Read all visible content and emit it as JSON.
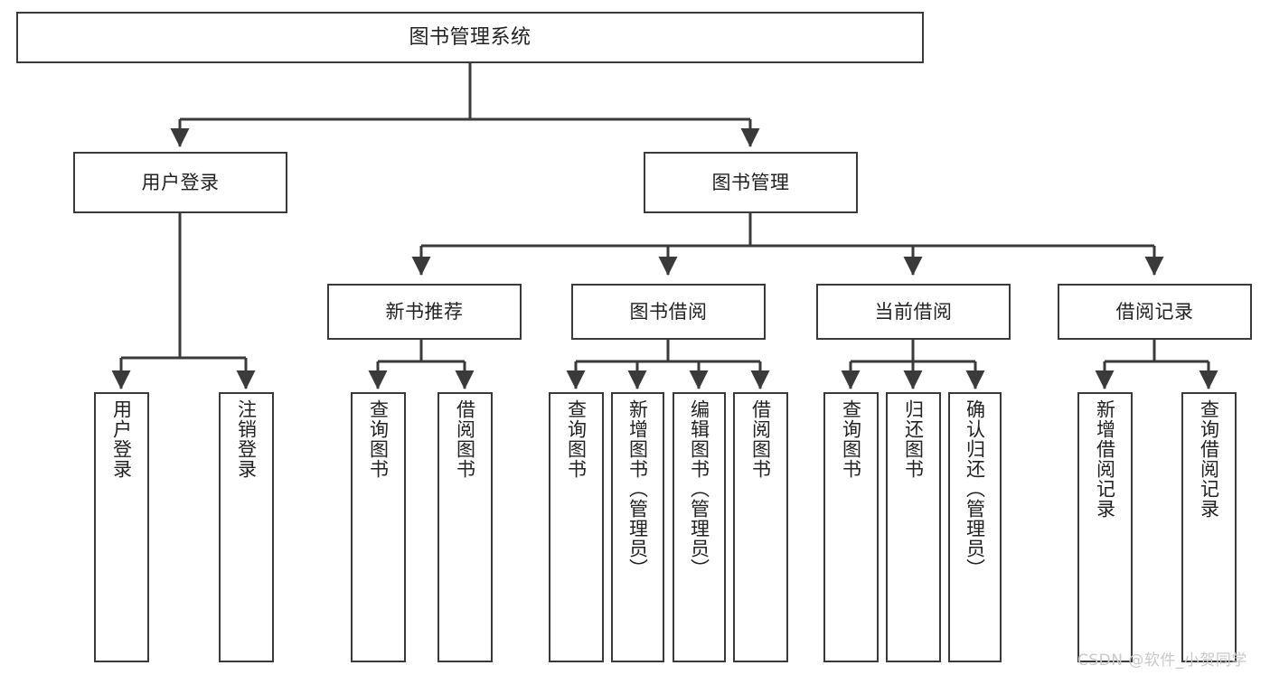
{
  "diagram": {
    "title": "图书管理系统",
    "type": "tree-hierarchy-chart",
    "watermark": "CSDN @软件_小贺同学",
    "colors": {
      "stroke": "#3a3a3a",
      "fill": "#ffffff",
      "text": "#222222",
      "watermark": "#c9c9c9"
    },
    "levels": {
      "root": {
        "label": "图书管理系统"
      },
      "level2": [
        {
          "id": "user-login",
          "label": "用户登录"
        },
        {
          "id": "book-management",
          "label": "图书管理"
        }
      ],
      "level3": [
        {
          "id": "new-book-recommend",
          "label": "新书推荐"
        },
        {
          "id": "book-borrow",
          "label": "图书借阅"
        },
        {
          "id": "current-borrow",
          "label": "当前借阅"
        },
        {
          "id": "borrow-record",
          "label": "借阅记录"
        }
      ],
      "leaves": {
        "user-login": [
          {
            "id": "leaf-user-login",
            "label": "用户登录"
          },
          {
            "id": "leaf-user-logout",
            "label": "注销登录"
          }
        ],
        "new-book-recommend": [
          {
            "id": "leaf-query-book-1",
            "label": "查询图书"
          },
          {
            "id": "leaf-borrow-book-1",
            "label": "借阅图书"
          }
        ],
        "book-borrow": [
          {
            "id": "leaf-query-book-2",
            "label": "查询图书"
          },
          {
            "id": "leaf-add-book",
            "label": "新增图书（管理员）"
          },
          {
            "id": "leaf-edit-book",
            "label": "编辑图书（管理员）"
          },
          {
            "id": "leaf-borrow-book-2",
            "label": "借阅图书"
          }
        ],
        "current-borrow": [
          {
            "id": "leaf-query-book-3",
            "label": "查询图书"
          },
          {
            "id": "leaf-return-book",
            "label": "归还图书"
          },
          {
            "id": "leaf-confirm-return",
            "label": "确认归还（管理员）"
          }
        ],
        "borrow-record": [
          {
            "id": "leaf-add-record",
            "label": "新增借阅记录"
          },
          {
            "id": "leaf-query-record",
            "label": "查询借阅记录"
          }
        ]
      }
    }
  }
}
